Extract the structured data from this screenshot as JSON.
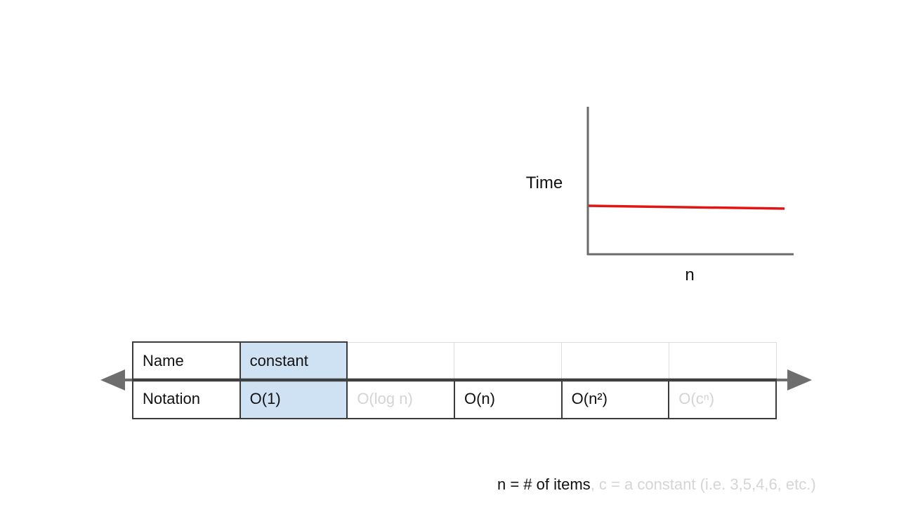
{
  "graph": {
    "y_axis_label": "Time",
    "x_axis_label": "n",
    "axis_color": "#6b6b6b",
    "line_color": "#e21414"
  },
  "chart_data": {
    "type": "line",
    "title": "",
    "xlabel": "n",
    "ylabel": "Time",
    "series": [
      {
        "name": "O(1) constant time",
        "x": [
          0,
          1
        ],
        "y": [
          0.33,
          0.31
        ],
        "color": "#e21414",
        "note": "flat horizontal red line: time stays constant as n grows"
      }
    ],
    "axis_ranges": {
      "x": [
        0,
        1
      ],
      "y": [
        0,
        1
      ]
    },
    "grid": false,
    "legend": false
  },
  "table": {
    "rows": [
      {
        "cells": [
          "Name",
          "constant",
          "",
          "",
          "",
          ""
        ]
      },
      {
        "cells": [
          "Notation",
          "O(1)",
          "O(log n)",
          "O(n)",
          "O(n²)",
          "O(cⁿ)"
        ]
      }
    ],
    "highlight_color": "#cfe2f3",
    "muted_text_color": "#d4d4d4",
    "dark_border_color": "#3b3b3b",
    "light_border_color": "#dcdcdc"
  },
  "arrow": {
    "head_color": "#6e6e6e",
    "shaft_color": "#6e6e6e",
    "table_shaft_color": "#3f3f3f"
  },
  "footnote": {
    "primary": "n = # of items",
    "secondary": ", c = a constant (i.e. 3,5,4,6, etc.)"
  }
}
